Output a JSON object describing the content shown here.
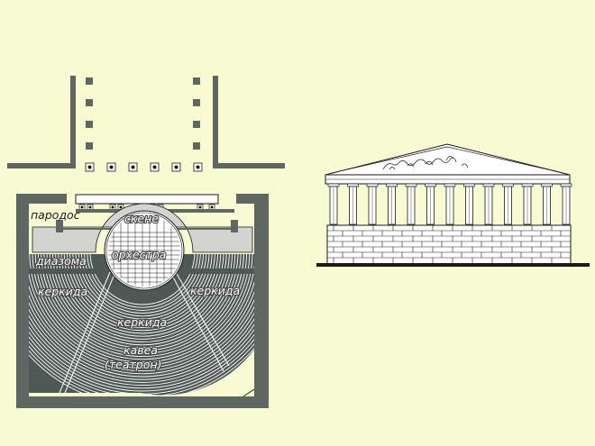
{
  "labels": {
    "parodos": "пародос",
    "skene": "скене",
    "diazoma": "диазома",
    "orchestra": "орхестра",
    "kerkida_left": "керкида",
    "kerkida_right": "керкида",
    "kerkida_center": "керкида",
    "kavea": "кавеа",
    "theatron": "(театрон)"
  },
  "colors": {
    "background": "#f8fbd2",
    "wall": "#5f6763",
    "seating": "#4e5854",
    "line": "#1a1a1a"
  }
}
